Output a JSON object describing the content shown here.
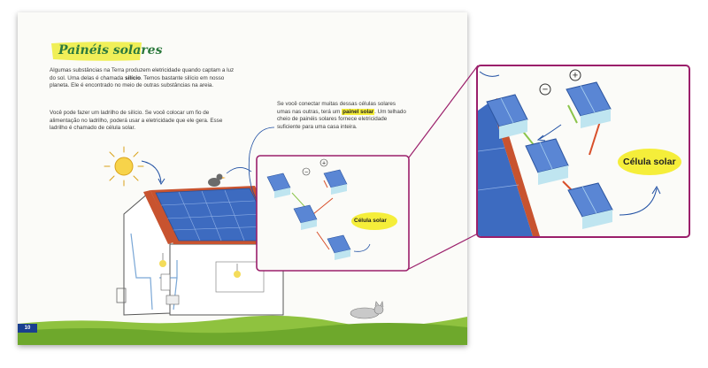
{
  "title": "Painéis solares",
  "paragraphs": {
    "p1_a": "Algumas substâncias na Terra produzem eletricidade quando captam a luz do sol. Uma delas é chamada ",
    "p1_bold": "silício",
    "p1_b": ". Temos bastante silício em nosso planeta. Ele é encontrado no meio de outras substâncias na areia.",
    "p2": "Você pode fazer um ladrilho de silício. Se você colocar um fio de alimentação no ladrilho, poderá usar a eletricidade que ele gera. Esse ladrilho é chamado de célula solar.",
    "p3_a": "Se você conectar muitas dessas células solares umas nas outras, terá um ",
    "p3_bold": "painel solar",
    "p3_b": ". Um telhado cheio de painéis solares fornece eletricidade suficiente para uma casa inteira."
  },
  "label_small": "Célula solar",
  "label_zoom": "Célula solar",
  "page_number": "10",
  "symbols": {
    "minus": "−",
    "plus": "+"
  },
  "colors": {
    "title_green": "#2d7a3e",
    "highlight": "#f5ee3a",
    "frame": "#9b1f6b",
    "page_num_bg": "#1a3f8f"
  }
}
